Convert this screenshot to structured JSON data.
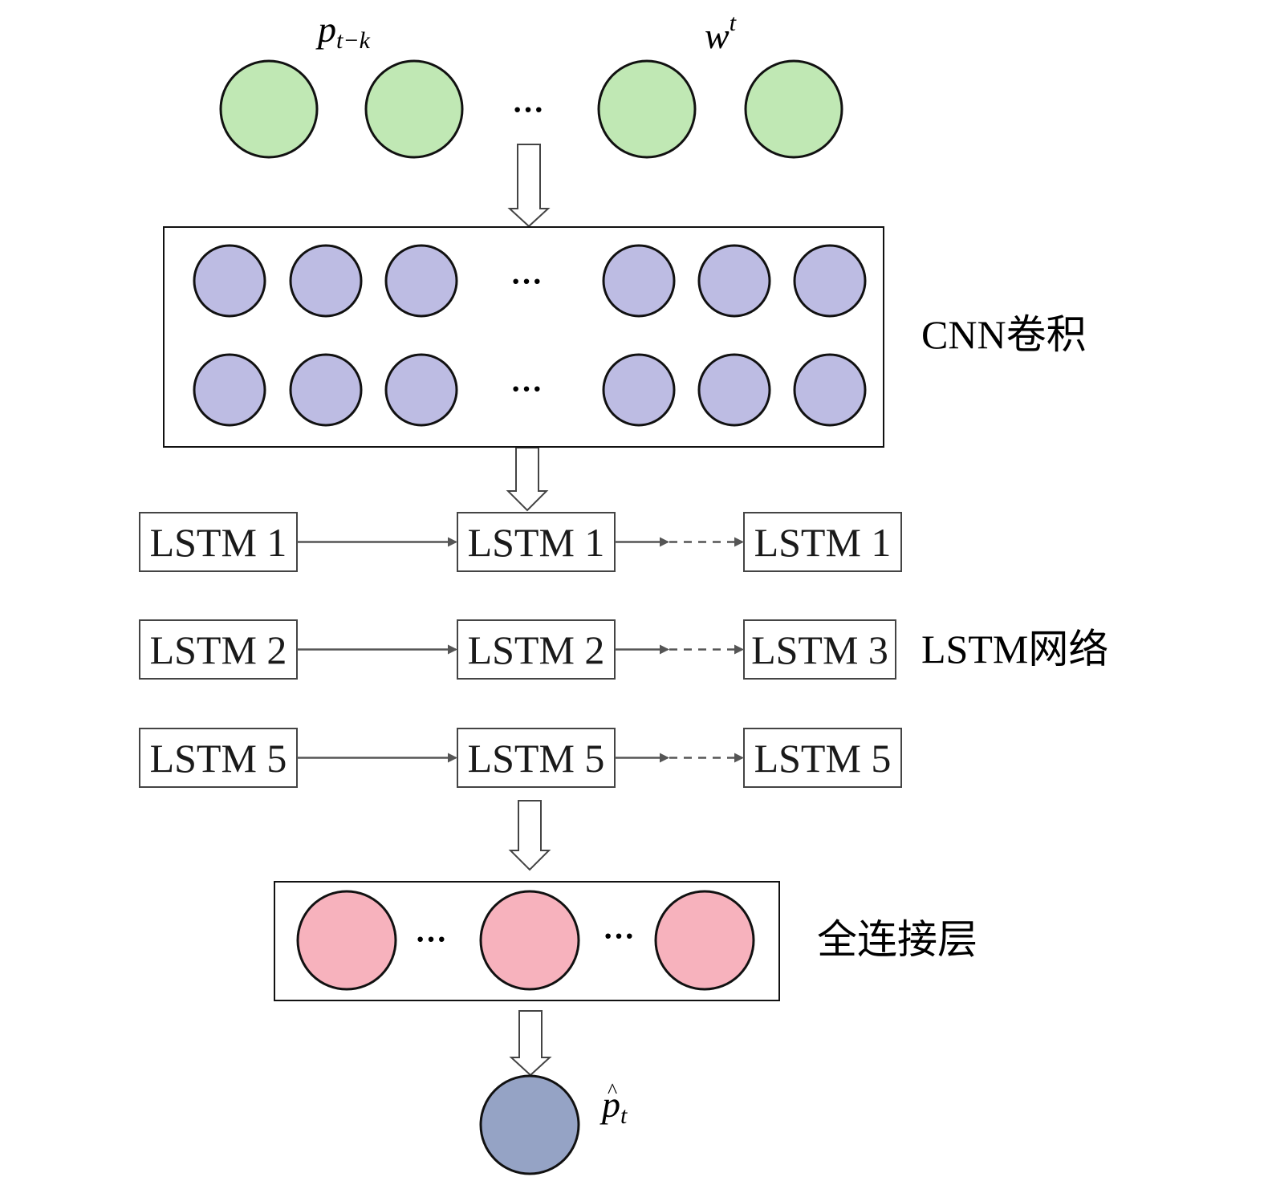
{
  "colors": {
    "input_node": "#c0e8b4",
    "cnn_node": "#bdbce3",
    "fc_node": "#f7b2bd",
    "output_node": "#95a3c5",
    "stroke": "#111111",
    "edge": "#555555"
  },
  "input_layer": {
    "label_p_base": "p",
    "label_p_sub": "t−k",
    "label_w_base": "w",
    "label_w_sup": "t",
    "ellipsis": "···"
  },
  "cnn_layer": {
    "label": "CNN卷积",
    "ellipsis": "···"
  },
  "lstm_layer": {
    "label": "LSTM网络",
    "rows": [
      [
        "LSTM 1",
        "LSTM 1",
        "LSTM 1"
      ],
      [
        "LSTM 2",
        "LSTM 2",
        "LSTM 3"
      ],
      [
        "LSTM 5",
        "LSTM 5",
        "LSTM 5"
      ]
    ]
  },
  "fc_layer": {
    "label": "全连接层",
    "ellipsis": "···"
  },
  "output": {
    "label_base": "p",
    "label_hat": "^",
    "label_sub": "t"
  }
}
